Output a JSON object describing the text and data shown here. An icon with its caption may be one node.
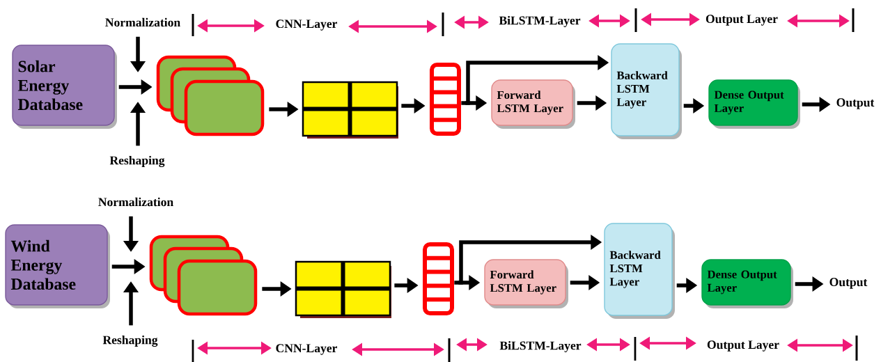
{
  "diagram": {
    "nodes": [
      {
        "text": [
          "Solar Energy Database"
        ]
      },
      {
        "text": [
          "Normalization"
        ]
      },
      {
        "text": [
          "Reshaping"
        ]
      },
      {
        "text": [],
        "shape": "box"
      },
      {
        "text": [],
        "shape": "box"
      },
      {
        "text": [],
        "shape": "box"
      },
      {
        "text": [
          "Forward LSTM Layer"
        ]
      },
      {
        "text": [
          "Backward LSTM Layer"
        ]
      },
      {
        "text": [
          "Dense Output Layer"
        ]
      },
      {
        "text": [
          "Output"
        ]
      },
      {
        "text": [
          "Wind Energy Database"
        ]
      },
      {
        "text": [
          "Normalization"
        ]
      },
      {
        "text": [
          "Reshaping"
        ]
      },
      {
        "text": [],
        "shape": "box"
      },
      {
        "text": [],
        "shape": "box"
      },
      {
        "text": [],
        "shape": "box"
      },
      {
        "text": [
          "Forward LSTM Layer"
        ]
      },
      {
        "text": [
          "Backward LSTM Layer"
        ]
      },
      {
        "text": [
          "Dense Output Layer"
        ]
      },
      {
        "text": [
          "Output"
        ]
      }
    ],
    "edges": [
      {
        "from": 0,
        "to": 3,
        "arrow": "to"
      },
      {
        "from": 1,
        "to": null,
        "arrow": "to"
      },
      {
        "from": 2,
        "to": null,
        "arrow": "to"
      },
      {
        "from": 3,
        "to": 4,
        "arrow": "to"
      },
      {
        "from": 4,
        "to": 5,
        "arrow": "to"
      },
      {
        "from": 5,
        "to": 6,
        "arrow": "to"
      },
      {
        "from": 5,
        "to": 7,
        "arrow": "to"
      },
      {
        "from": 6,
        "to": 7,
        "arrow": "to"
      },
      {
        "from": 7,
        "to": 8,
        "arrow": "to"
      },
      {
        "from": 8,
        "to": 9,
        "arrow": "to"
      },
      {
        "from": 10,
        "to": 13,
        "arrow": "to"
      },
      {
        "from": 11,
        "to": null,
        "arrow": "to"
      },
      {
        "from": 12,
        "to": null,
        "arrow": "to"
      },
      {
        "from": 13,
        "to": 14,
        "arrow": "to"
      },
      {
        "from": 14,
        "to": 15,
        "arrow": "to"
      },
      {
        "from": 15,
        "to": 16,
        "arrow": "to"
      },
      {
        "from": 15,
        "to": 17,
        "arrow": "to"
      },
      {
        "from": 16,
        "to": 17,
        "arrow": "to"
      },
      {
        "from": 17,
        "to": 18,
        "arrow": "to"
      },
      {
        "from": 18,
        "to": 19,
        "arrow": "to"
      }
    ],
    "labels": [
      "CNN-Layer",
      "BiLSTM-Layer",
      "Output Layer",
      "CNN-Layer",
      "BiLSTM-Layer",
      "Output Layer"
    ]
  }
}
